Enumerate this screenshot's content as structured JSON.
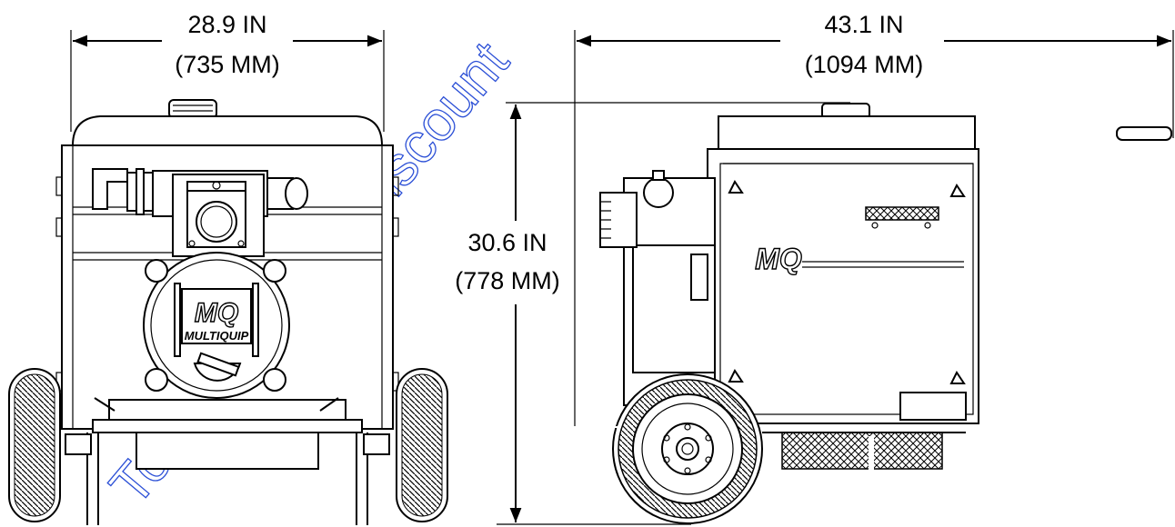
{
  "dimensions": {
    "width": {
      "imperial": "28.9 IN",
      "metric": "(735 MM)"
    },
    "length": {
      "imperial": "43.1 IN",
      "metric": "(1094 MM)"
    },
    "height": {
      "imperial": "30.6 IN",
      "metric": "(778 MM)"
    }
  },
  "pump": {
    "brand_logo": "MQ",
    "brand_name": "MULTIQUIP",
    "side_logo": "MQ"
  },
  "watermark": "To order go to Discount",
  "colors": {
    "line": "#000000",
    "watermark": "#2b4fd6",
    "background": "#ffffff"
  }
}
